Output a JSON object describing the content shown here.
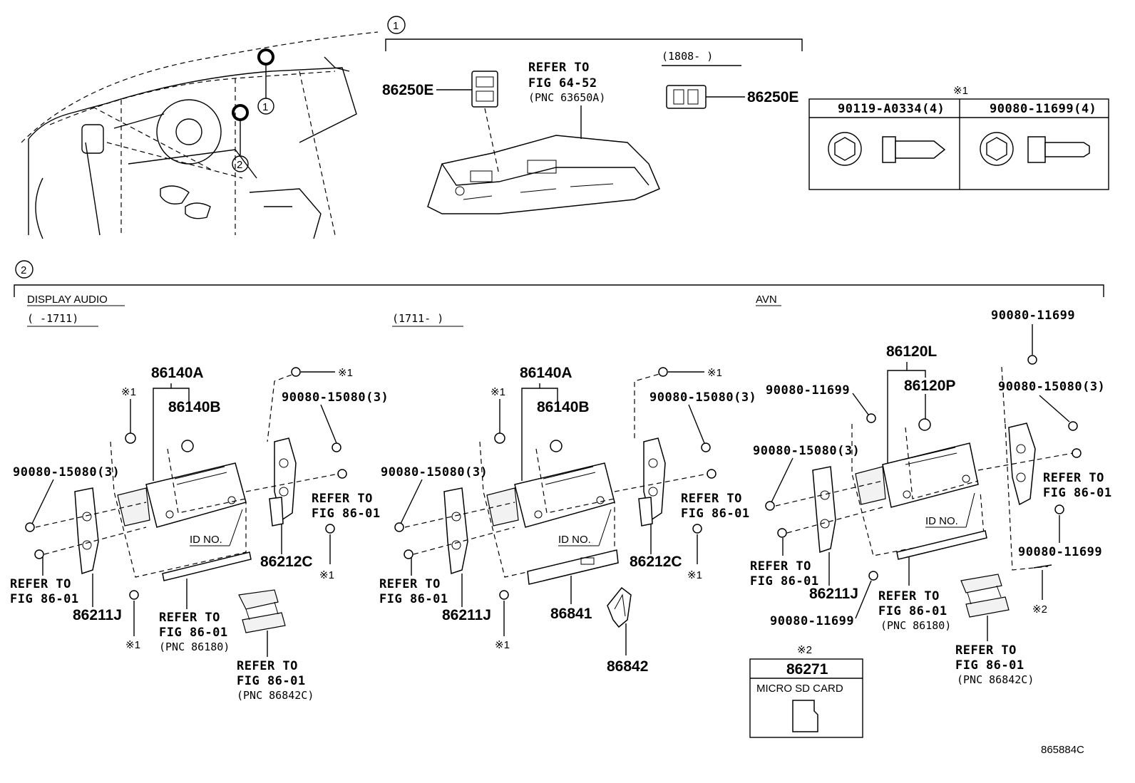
{
  "callouts": {
    "one": "1",
    "two": "2"
  },
  "section1": {
    "left_part": "86250E",
    "refer_l1": "REFER TO",
    "refer_l2": "FIG 64-52",
    "refer_l3": "(PNC 63650A)",
    "date_range": "(1808-        )",
    "right_part": "86250E"
  },
  "fastener_table": {
    "mark": "※1",
    "col1": "90119-A0334(4)",
    "col2": "90080-11699(4)"
  },
  "section2": {
    "display_audio": "DISPLAY AUDIO",
    "range_a": "(      -1711)",
    "range_b": "(1711-        )",
    "avn": "AVN"
  },
  "panel_a": {
    "p1": "86140A",
    "p2": "86140B",
    "mark_top": "※1",
    "screw_top": "※1",
    "bolt_right": "90080-15080(3)",
    "bolt_left": "90080-15080(3)",
    "refer_r1": "REFER TO",
    "refer_r2": "FIG 86-01",
    "id_no": "ID NO.",
    "bracket_r": "86212C",
    "mark_r": "※1",
    "refer_l1": "REFER TO",
    "refer_l2": "FIG 86-01",
    "bracket_l": "86211J",
    "mark_bottom": "※1",
    "refer_b1": "REFER TO",
    "refer_b2": "FIG 86-01",
    "refer_b3": "(PNC 86180)",
    "refer_c1": "REFER TO",
    "refer_c2": "FIG 86-01",
    "refer_c3": "(PNC 86842C)"
  },
  "panel_b": {
    "p1": "86140A",
    "p2": "86140B",
    "mark_top": "※1",
    "screw_top": "※1",
    "bolt_right": "90080-15080(3)",
    "bolt_left": "90080-15080(3)",
    "refer_r1": "REFER TO",
    "refer_r2": "FIG 86-01",
    "id_no": "ID NO.",
    "bracket_r": "86212C",
    "mark_r": "※1",
    "refer_l1": "REFER TO",
    "refer_l2": "FIG 86-01",
    "bracket_l": "86211J",
    "mark_bottom": "※1",
    "part_86841": "86841",
    "part_86842": "86842"
  },
  "panel_c": {
    "p1": "86120L",
    "p2": "86120P",
    "bolt_top": "90080-11699",
    "bolt_top_r": "90080-11699",
    "bolt_r": "90080-15080(3)",
    "bolt_l": "90080-15080(3)",
    "refer_r1": "REFER TO",
    "refer_r2": "FIG 86-01",
    "id_no": "ID NO.",
    "bolt_r2": "90080-11699",
    "refer_l1": "REFER TO",
    "refer_l2": "FIG 86-01",
    "bracket_l": "86211J",
    "bolt_bottom": "90080-11699",
    "refer_b1": "REFER TO",
    "refer_b2": "FIG 86-01",
    "refer_b3": "(PNC 86180)",
    "mark2": "※2",
    "refer_c1": "REFER TO",
    "refer_c2": "FIG 86-01",
    "refer_c3": "(PNC 86842C)"
  },
  "sdcard": {
    "mark": "※2",
    "part": "86271",
    "label": "MICRO SD CARD"
  },
  "footer": {
    "code": "865884C"
  }
}
